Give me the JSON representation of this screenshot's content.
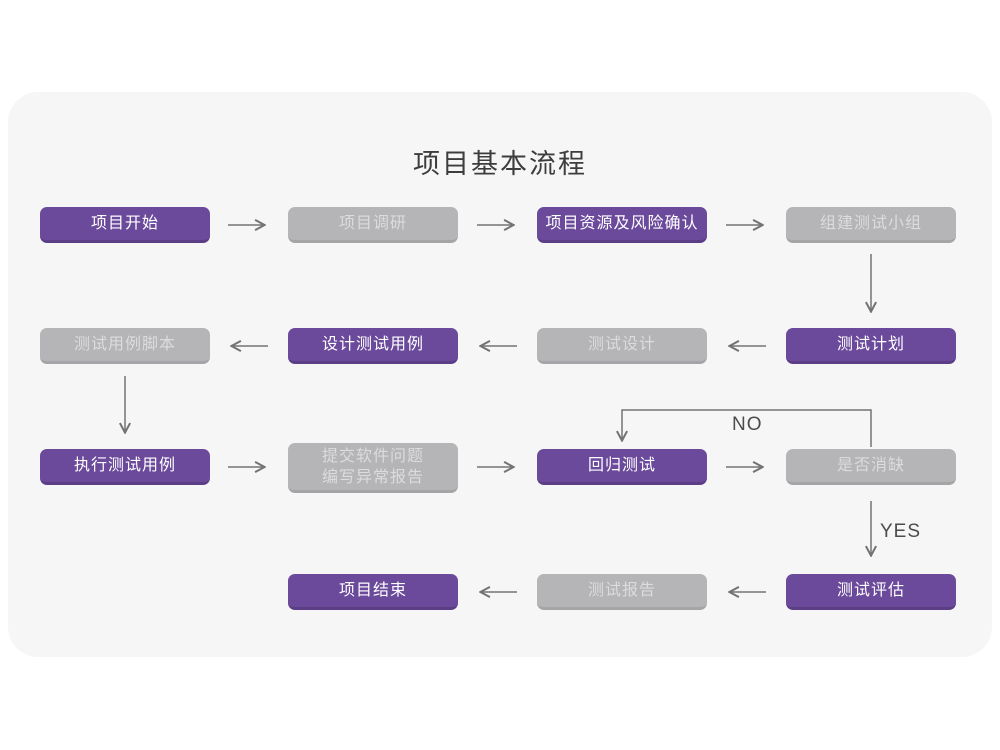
{
  "title": "项目基本流程",
  "labels": {
    "no": "NO",
    "yes": "YES"
  },
  "colors": {
    "node_active": "#6b4a9c",
    "node_active_edge": "#5b3e86",
    "node_inactive": "#b5b4b6",
    "node_inactive_edge": "#a5a4a7",
    "card_background": "#f6f6f7",
    "arrow": "#737373"
  },
  "nodes": {
    "project_start": {
      "label": "项目开始"
    },
    "project_research": {
      "label": "项目调研"
    },
    "resources_risk": {
      "label": "项目资源及风险确认"
    },
    "build_team": {
      "label": "组建测试小组"
    },
    "test_plan": {
      "label": "测试计划"
    },
    "test_design": {
      "label": "测试设计"
    },
    "design_cases": {
      "label": "设计测试用例"
    },
    "case_scripts": {
      "label": "测试用例脚本"
    },
    "execute_cases": {
      "label": "执行测试用例"
    },
    "submit_issues": {
      "line1": "提交软件问题",
      "line2": "编写异常报告"
    },
    "regression_test": {
      "label": "回归测试"
    },
    "defect_cleared": {
      "label": "是否消缺"
    },
    "test_evaluation": {
      "label": "测试评估"
    },
    "test_report": {
      "label": "测试报告"
    },
    "project_end": {
      "label": "项目结束"
    }
  }
}
